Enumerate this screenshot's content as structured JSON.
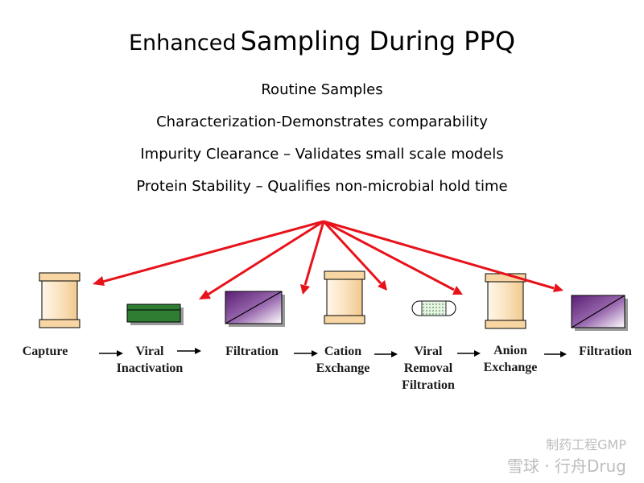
{
  "title": {
    "part1": "Enhanced",
    "part2": "Sampling During PPQ"
  },
  "bullets": [
    "Routine Samples",
    "Characterization-Demonstrates comparability",
    "Impurity Clearance – Validates small scale models",
    "Protein Stability – Qualifies non-microbial hold time"
  ],
  "steps": [
    {
      "label": "Capture"
    },
    {
      "label": "Viral\nInactivation"
    },
    {
      "label": "Filtration"
    },
    {
      "label": "Cation\nExchange"
    },
    {
      "label": "Viral\nRemoval\nFiltration"
    },
    {
      "label": "Anion\nExchange"
    },
    {
      "label": "Filtration"
    }
  ],
  "colors": {
    "sample_arrow": "#e8121b",
    "process_arrow": "#000000",
    "column_fill": "#fbe3c0",
    "column_cap": "#f7d6a3",
    "tank_fill": "#2e7d32",
    "filter_purple": "#6d2a86"
  },
  "watermark": {
    "line1": "制药工程GMP",
    "line2": "雪球 · 行舟Drug"
  }
}
